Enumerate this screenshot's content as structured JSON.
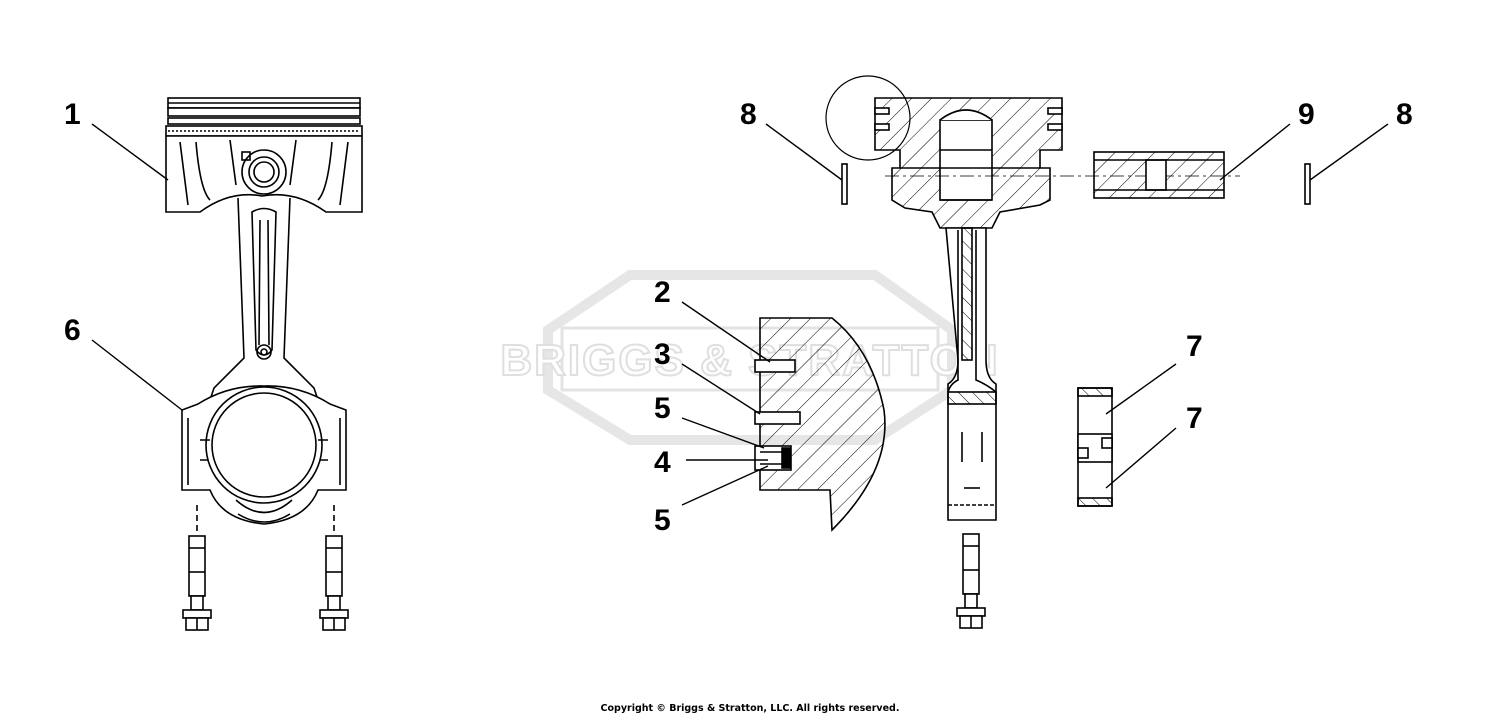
{
  "diagram": {
    "watermark": {
      "brand_text": "BRIGGS & STRATTON",
      "color": "#dcdcdc"
    },
    "callouts": [
      {
        "id": "c1a",
        "label": "1"
      },
      {
        "id": "c6a",
        "label": "6"
      },
      {
        "id": "c8a",
        "label": "8"
      },
      {
        "id": "c9a",
        "label": "9"
      },
      {
        "id": "c8b",
        "label": "8"
      },
      {
        "id": "c2a",
        "label": "2"
      },
      {
        "id": "c3a",
        "label": "3"
      },
      {
        "id": "c5a",
        "label": "5"
      },
      {
        "id": "c4a",
        "label": "4"
      },
      {
        "id": "c5b",
        "label": "5"
      },
      {
        "id": "c7a",
        "label": "7"
      },
      {
        "id": "c7b",
        "label": "7"
      }
    ],
    "copyright": "Copyright © Briggs & Stratton, LLC. All rights reserved."
  }
}
